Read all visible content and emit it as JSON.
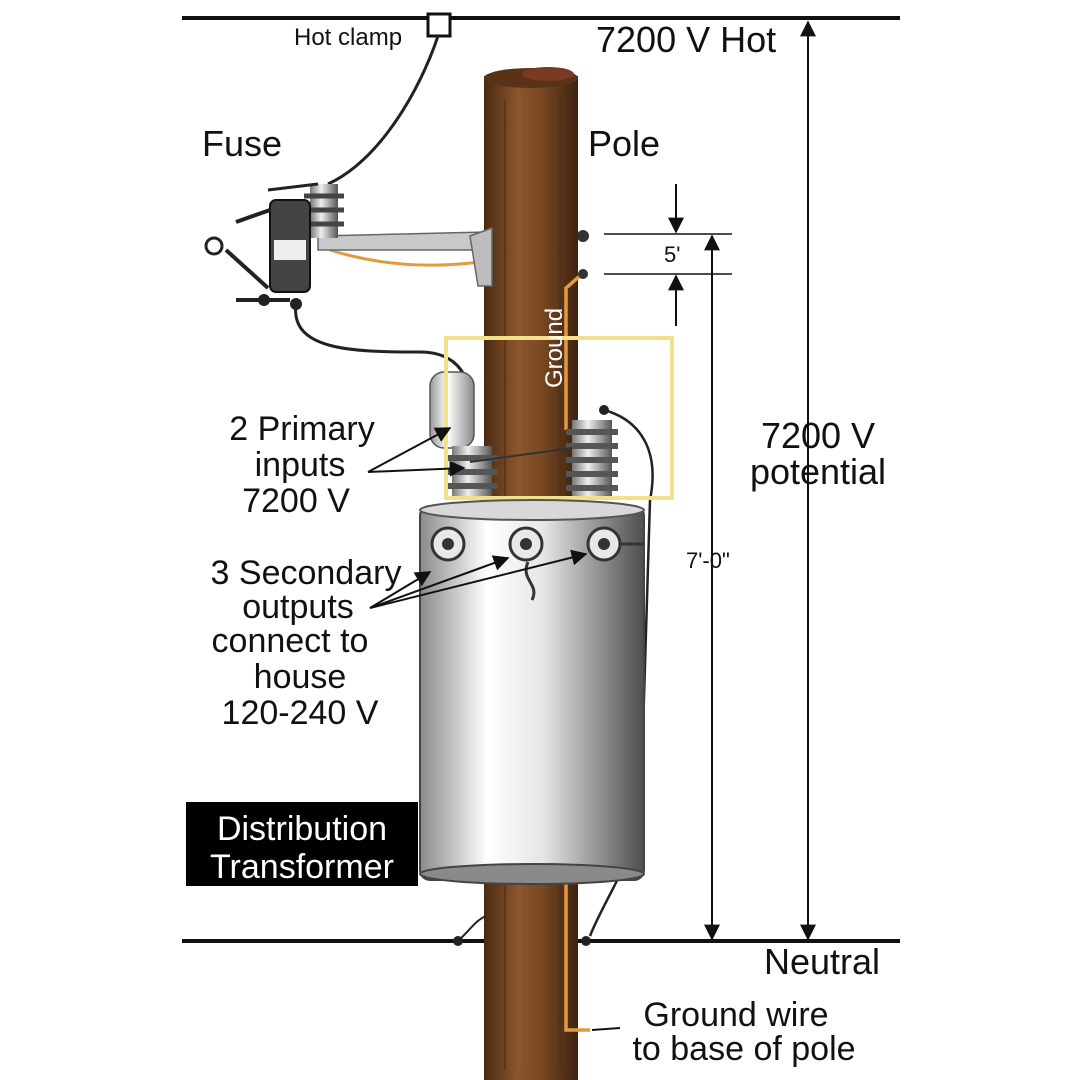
{
  "labels": {
    "hot_clamp": "Hot clamp",
    "hot_line": "7200 V Hot",
    "fuse": "Fuse",
    "pole": "Pole",
    "ground_on_pole": "Ground",
    "spacing_5": "5'",
    "primary_inputs": [
      "2 Primary",
      "inputs",
      "7200 V"
    ],
    "potential": [
      "7200 V",
      "potential"
    ],
    "secondary_outputs": [
      "3 Secondary",
      "outputs",
      "connect to",
      "house",
      "120-240 V"
    ],
    "height_7_0": "7'-0\"",
    "transformer_title": [
      "Distribution",
      "Transformer"
    ],
    "neutral": "Neutral",
    "ground_wire": [
      "Ground wire",
      "to base of pole"
    ]
  },
  "colors": {
    "pole_wood": "#7a4a24",
    "pole_dark": "#4e2c12",
    "ground_wire": "#e39a3c",
    "highlight_box": "#f3e08a",
    "transformer_light": "#f5f5f5",
    "transformer_dark": "#6e6e6e",
    "line": "#111111",
    "title_bg": "#000000"
  }
}
